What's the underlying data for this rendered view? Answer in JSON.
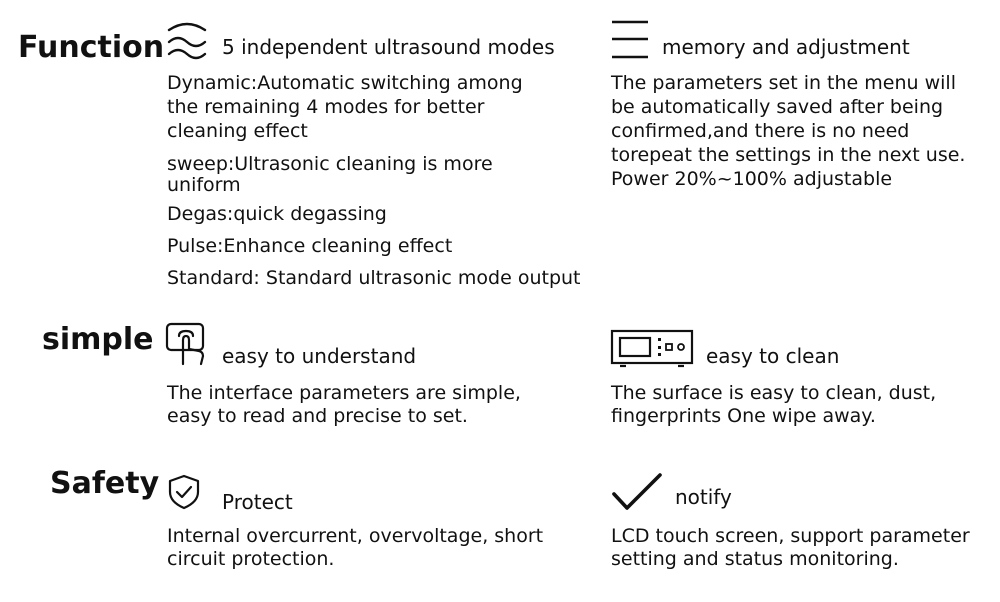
{
  "sections": {
    "function": {
      "label": "Function",
      "left": {
        "title": "5 independent ultrasound modes",
        "icon": "waves-icon",
        "lines": [
          "Dynamic:Automatic switching among",
          "the remaining 4 modes for better",
          "cleaning effect",
          "sweep:Ultrasonic cleaning is more",
          "uniform",
          "Degas:quick degassing",
          "Pulse:Enhance cleaning effect",
          "Standard: Standard ultrasonic mode output"
        ]
      },
      "right": {
        "title": "memory and adjustment",
        "icon": "horizontal-lines-icon",
        "lines": [
          "The parameters set in the menu will",
          "be automatically saved after being",
          "confirmed,and there is no need",
          "torepeat the settings in the next use.",
          "Power 20%~100% adjustable"
        ]
      }
    },
    "simple": {
      "label": "simple",
      "left": {
        "title": "easy to understand",
        "icon": "touch-screen-icon",
        "lines": [
          "The interface parameters are simple,",
          "easy to read and precise to set."
        ]
      },
      "right": {
        "title": "easy to clean",
        "icon": "device-panel-icon",
        "lines": [
          "The surface is easy to clean, dust,",
          "fingerprints One wipe away."
        ]
      }
    },
    "safety": {
      "label": "Safety",
      "left": {
        "title": "Protect",
        "icon": "shield-check-icon",
        "lines": [
          "Internal overcurrent, overvoltage, short",
          "circuit protection."
        ]
      },
      "right": {
        "title": "notify",
        "icon": "checkmark-icon",
        "lines": [
          "LCD touch screen, support parameter",
          "setting and status monitoring."
        ]
      }
    }
  }
}
